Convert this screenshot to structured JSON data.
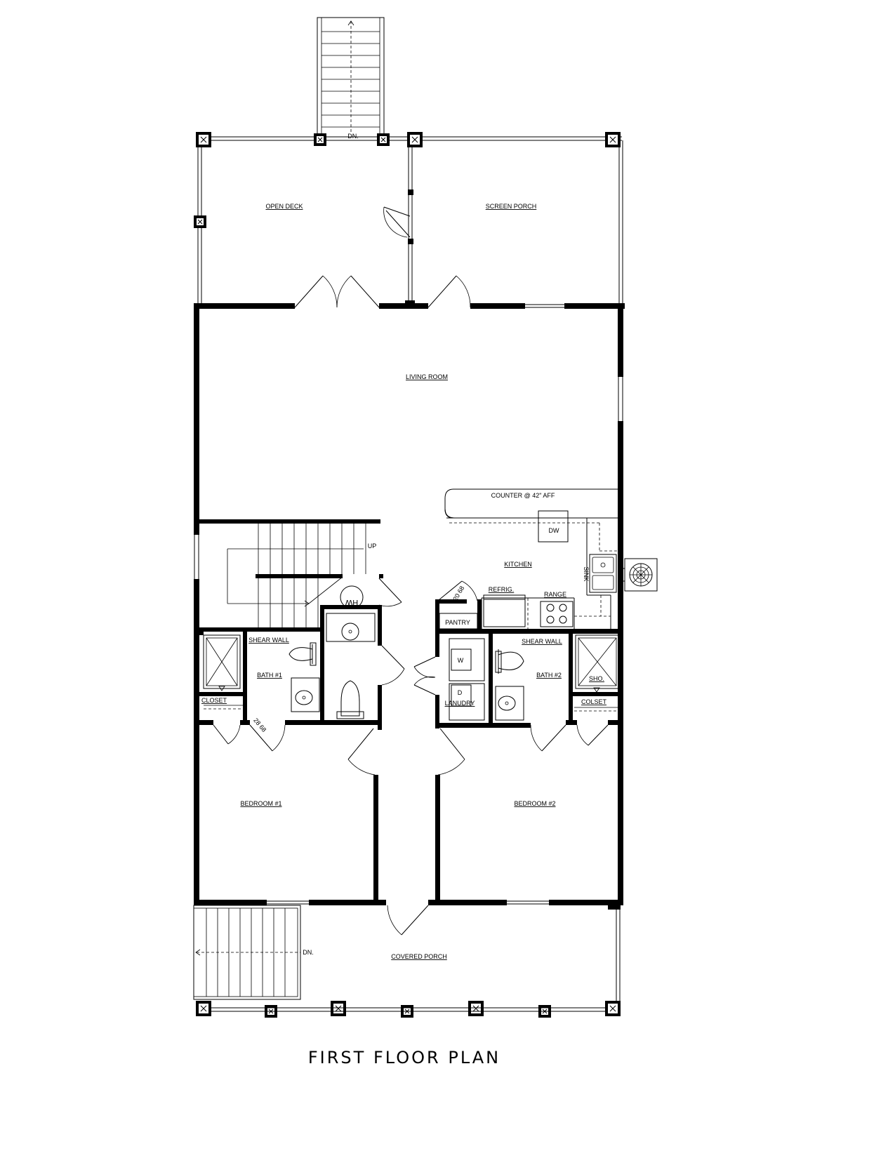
{
  "labels": {
    "open_deck": "OPEN DECK",
    "screen_porch": "SCREEN PORCH",
    "living_room": "LIVING ROOM",
    "counter": "COUNTER @ 42\" AFF",
    "dw": "DW",
    "kitchen": "KITCHEN",
    "sink": "SINK",
    "refrig": "REFRIG.",
    "range": "RANGE",
    "pantry": "PANTRY",
    "pantry_door": "20 68",
    "up": "UP",
    "wh": "WH",
    "shear_wall_1": "SHEAR WALL",
    "shear_wall_2": "SHEAR WALL",
    "bath_1": "BATH #1",
    "bath_2": "BATH #2",
    "closet": "CLOSET",
    "colset": "COLSET",
    "bath1_door": "28 68",
    "washer": "W",
    "dryer": "D",
    "laundry": "LANUDRY",
    "shower": "SHO.",
    "bedroom_1": "BEDROOM #1",
    "bedroom_2": "BEDROOM #2",
    "dn_top": "DN.",
    "dn_bottom": "DN.",
    "covered_porch": "COVERED PORCH"
  },
  "title": "FIRST FLOOR PLAN"
}
